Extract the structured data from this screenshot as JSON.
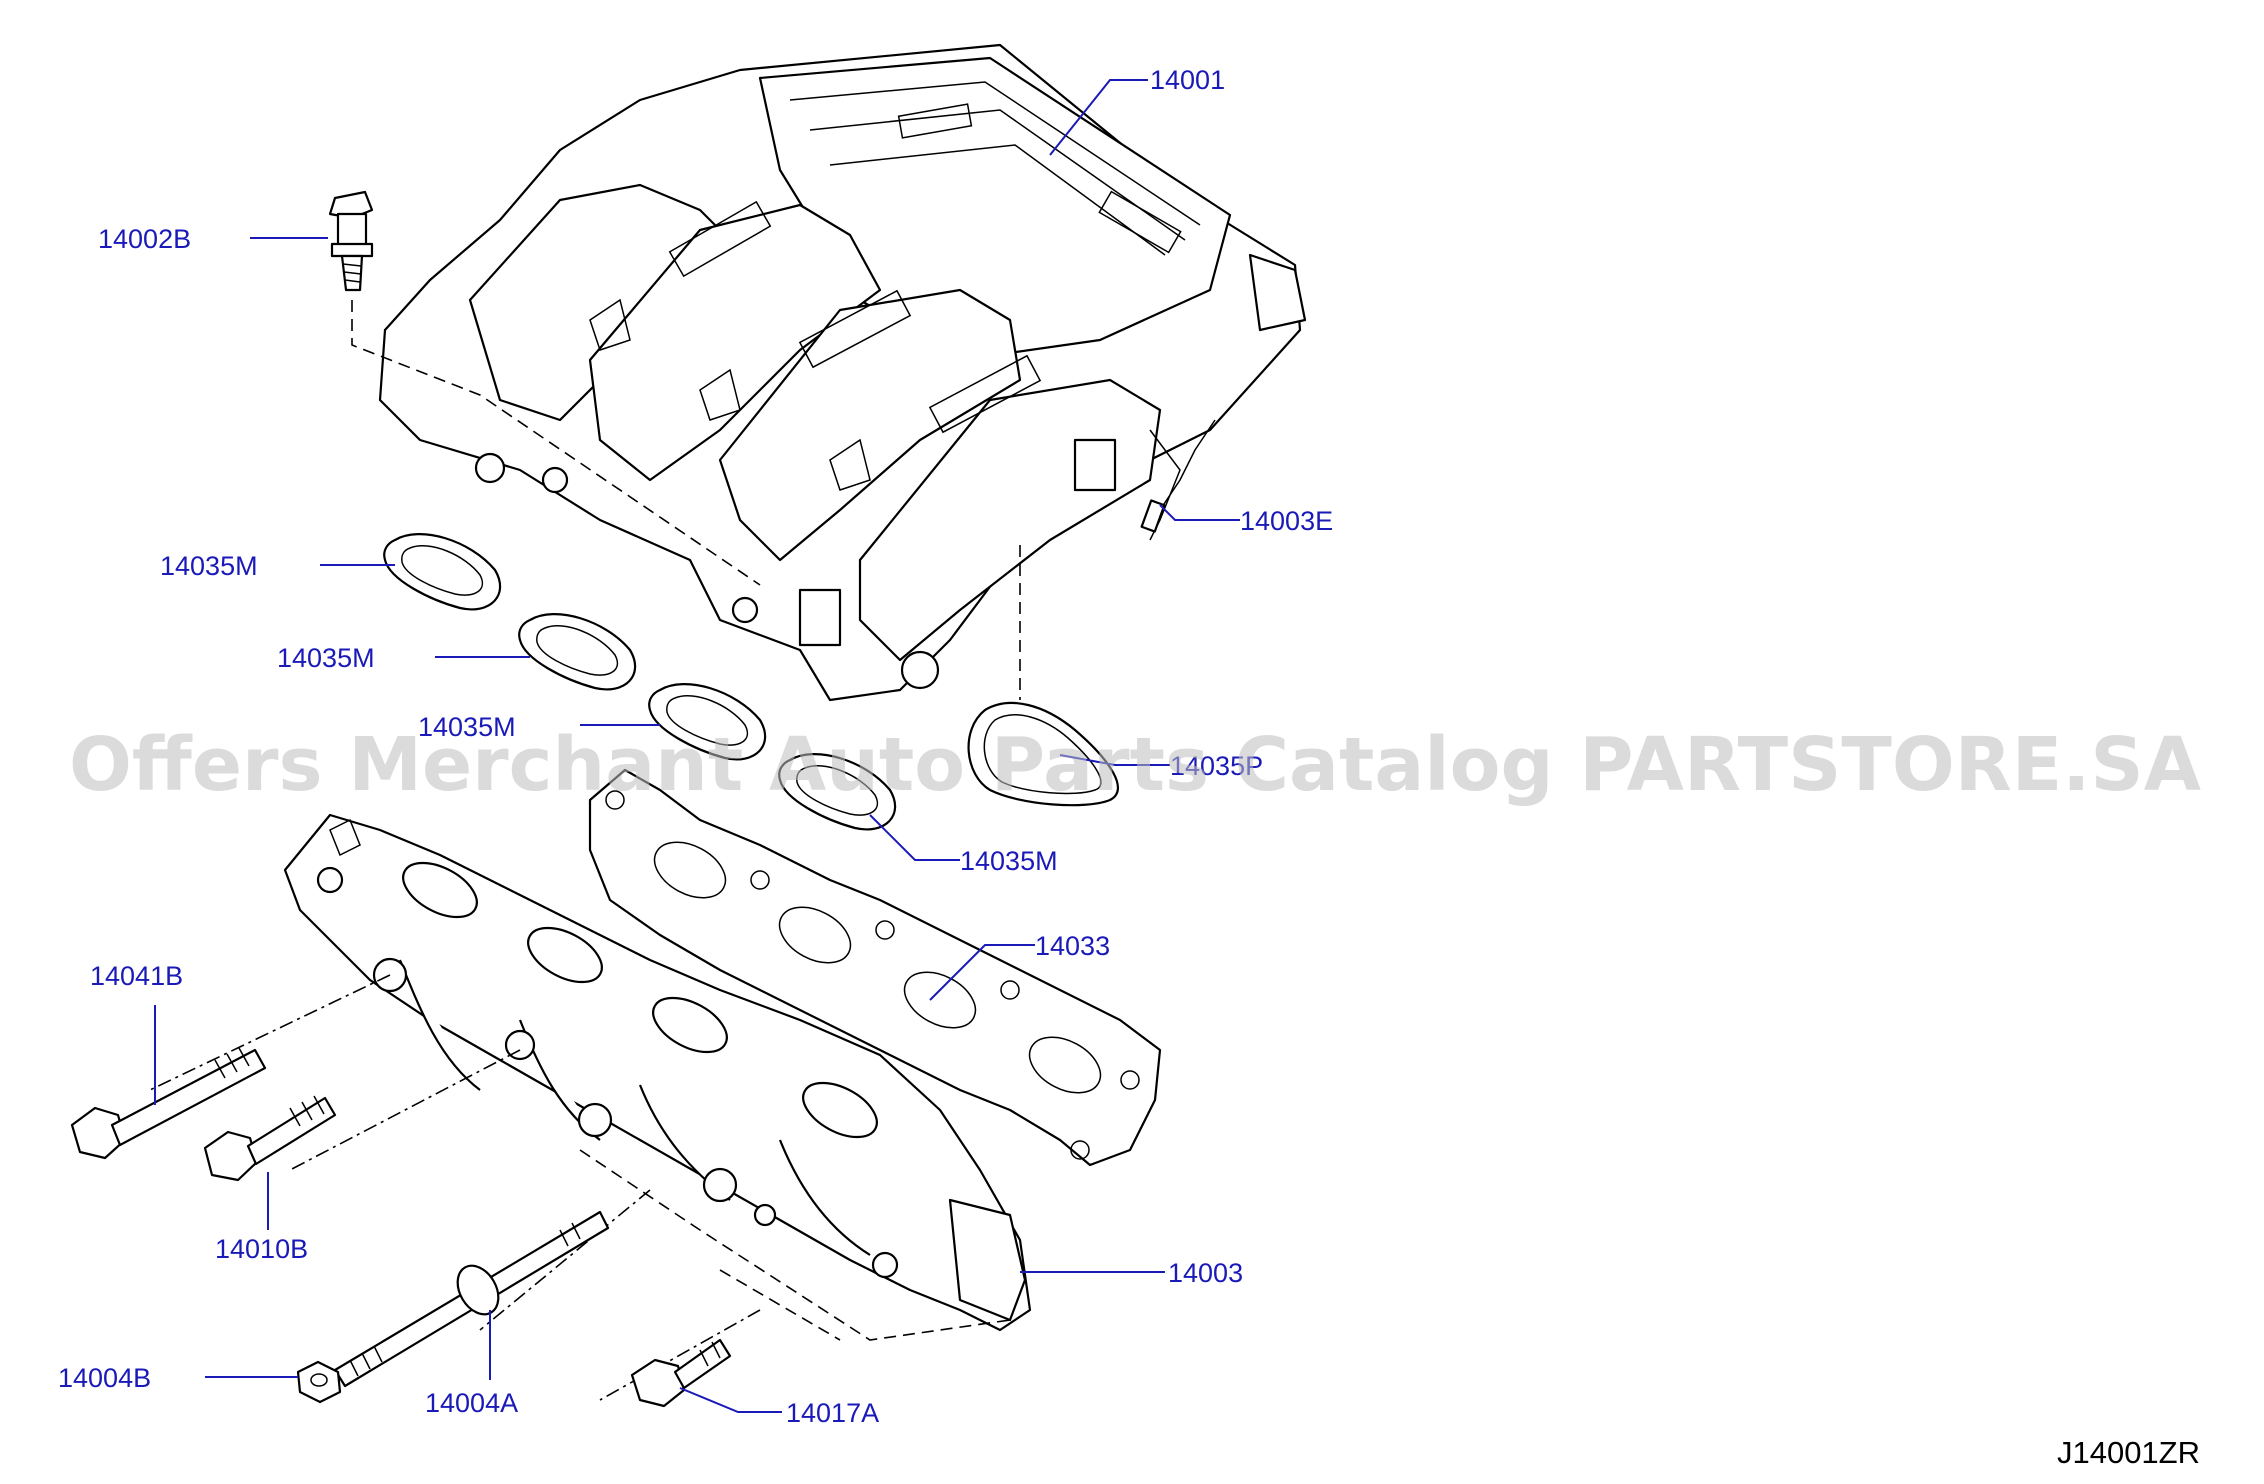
{
  "diagram": {
    "watermark": "Offers Merchant Auto Parts Catalog PARTSTORE.SA",
    "reference": "J14001ZR",
    "callouts": {
      "c14001": "14001",
      "c14002B": "14002B",
      "c14003E": "14003E",
      "c14035M_1": "14035M",
      "c14035M_2": "14035M",
      "c14035M_3": "14035M",
      "c14035M_4": "14035M",
      "c14035P": "14035P",
      "c14033": "14033",
      "c14041B": "14041B",
      "c14010B": "14010B",
      "c14003": "14003",
      "c14004B": "14004B",
      "c14004A": "14004A",
      "c14017A": "14017A"
    }
  }
}
